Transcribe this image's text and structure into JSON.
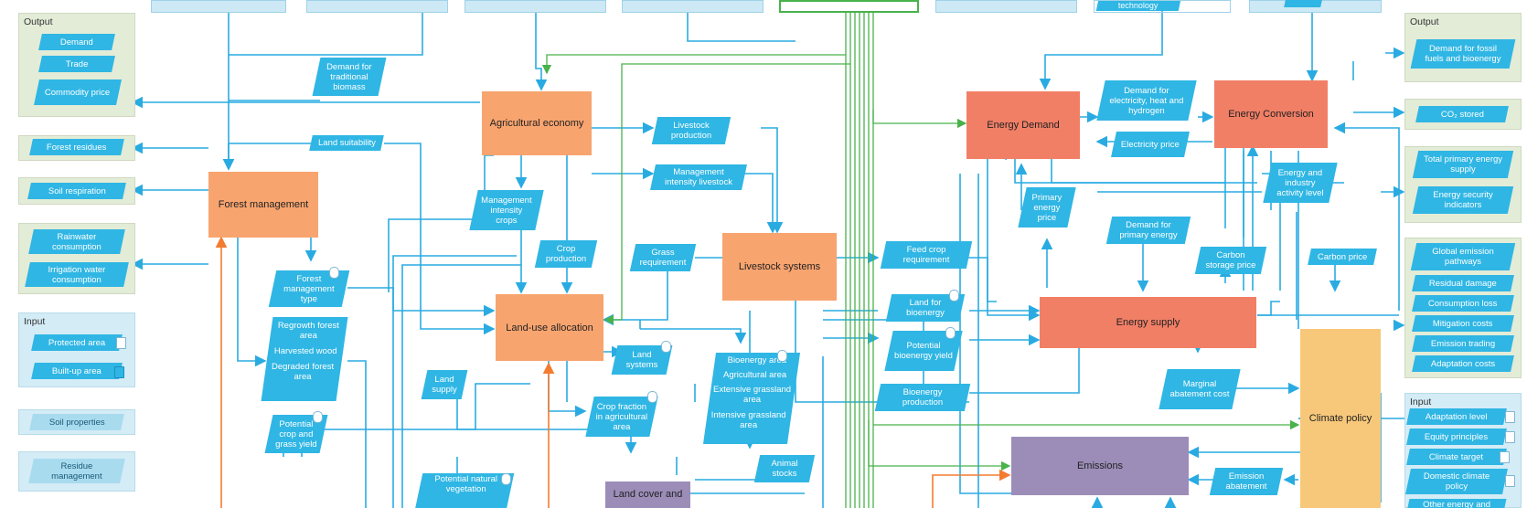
{
  "left_output": {
    "title": "Output",
    "items": [
      "Demand",
      "Trade",
      "Commodity price"
    ]
  },
  "left_singles": {
    "forest_residues": "Forest residues",
    "soil_respiration": "Soil respiration",
    "rainwater": "Rainwater consumption",
    "irrigation": "Irrigation water consumption",
    "soil_properties": "Soil properties",
    "residue_management": "Residue management"
  },
  "left_input": {
    "title": "Input",
    "items": [
      "Protected area",
      "Built-up area"
    ]
  },
  "right_output": {
    "title": "Output",
    "demand_fossil": "Demand for fossil fuels and bioenergy",
    "co2_stored": "CO₂ stored",
    "primary_supply": [
      "Total primary energy supply",
      "Energy security indicators"
    ],
    "emission_items": [
      "Global emission pathways",
      "Residual damage",
      "Consumption loss",
      "Mitigation costs",
      "Emission trading",
      "Adaptation costs"
    ]
  },
  "right_input": {
    "title": "Input",
    "items": [
      "Adaptation level",
      "Equity principles",
      "Climate target",
      "Domestic climate policy",
      "Other energy and"
    ]
  },
  "top": {
    "technology": "technology"
  },
  "models": {
    "agricultural_economy": "Agricultural economy",
    "forest_management": "Forest management",
    "land_use_allocation": "Land-use allocation",
    "livestock_systems": "Livestock systems",
    "land_cover": "Land cover and",
    "energy_demand": "Energy Demand",
    "energy_conversion": "Energy Conversion",
    "energy_supply": "Energy supply",
    "emissions": "Emissions",
    "climate_policy": "Climate policy"
  },
  "flows": {
    "demand_traditional_biomass": "Demand for traditional biomass",
    "land_suitability": "Land suitability",
    "livestock_production": "Livestock production",
    "management_intensity_livestock": "Management intensity livestock",
    "management_intensity_crops": "Management intensity crops",
    "crop_production": "Crop production",
    "grass_requirement": "Grass requirement",
    "forest_management_type": "Forest management type",
    "forest_stack": [
      "Regrowth forest area",
      "Harvested wood",
      "Degraded forest area"
    ],
    "potential_crop_grass_yield": "Potential crop and grass yield",
    "land_supply": "Land supply",
    "land_systems": "Land systems",
    "bioenergy_stack": [
      "Bioenergy area",
      "Agricultural area",
      "Extensive grassland area",
      "Intensive grassland area"
    ],
    "crop_fraction": "Crop fraction in agricultural area",
    "animal_stocks": "Animal stocks",
    "potential_natural_vegetation": "Potential natural vegetation",
    "feed_crop_requirement": "Feed crop requirement",
    "land_for_bioenergy": "Land for bioenergy",
    "potential_bioenergy_yield": "Potential bioenergy yield",
    "bioenergy_production": "Bioenergy production",
    "demand_electricity_heat": "Demand for electricity, heat and hydrogen",
    "electricity_price": "Electricity price",
    "primary_energy_price": "Primary energy price",
    "demand_primary_energy": "Demand for primary energy",
    "carbon_storage_price": "Carbon storage price",
    "energy_industry_activity": "Energy and industry activity level",
    "carbon_price": "Carbon price",
    "marginal_abatement_cost": "Marginal abatement cost",
    "emission_abatement": "Emission abatement"
  },
  "colors": {
    "flow_blue": "#2fb6e4",
    "line_blue": "#29abe2",
    "line_green": "#49b24b",
    "line_orange": "#f47b30",
    "agri_orange": "#f8a46f",
    "energy_red": "#f17f66",
    "emissions_purple": "#9b8db8",
    "climate_yellow": "#f8c87a",
    "output_panel": "#e3ecd7",
    "input_panel": "#d4ecf6"
  }
}
